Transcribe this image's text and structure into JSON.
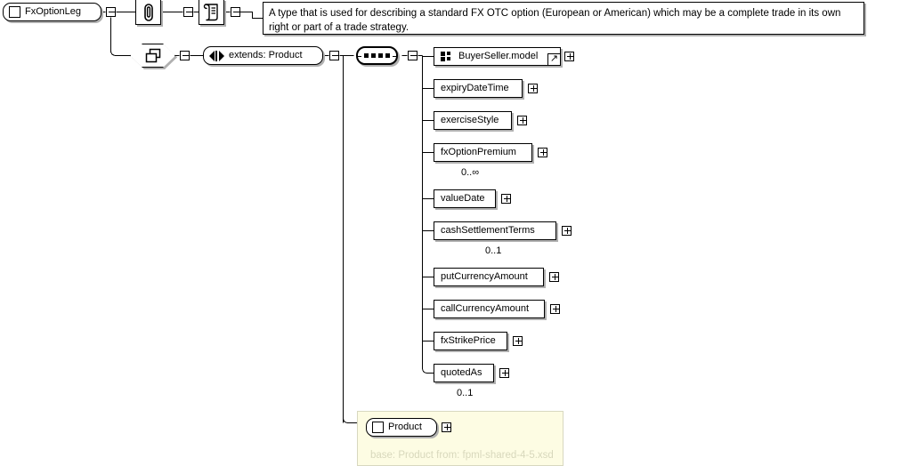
{
  "diagram": {
    "kind": "xsd-schema-diagram",
    "root": {
      "name": "FxOptionLeg",
      "icon": "element-square-icon",
      "expander": "minus"
    },
    "annotation_icons": [
      {
        "name": "annotation-paperclip-icon",
        "glyph": "paperclip"
      },
      {
        "name": "documentation-scroll-icon",
        "glyph": "scroll"
      }
    ],
    "annotation_text": "A type that is used for describing a standard FX OTC option (European or American) which may be a complete trade in its own right or part of a trade strategy.",
    "complex_content": {
      "name": "complex-content-icon",
      "expander": "minus"
    },
    "extension": {
      "label": "extends: Product",
      "icon": "extension-icon",
      "expander": "minus"
    },
    "sequence": {
      "name": "sequence-compositor",
      "expander": "minus"
    },
    "children": [
      {
        "label": "BuyerSeller.model",
        "shape": "model",
        "expander": "plus",
        "cardinality": "",
        "reference": "↗"
      },
      {
        "label": "expiryDateTime",
        "shape": "element",
        "expander": "plus",
        "cardinality": ""
      },
      {
        "label": "exerciseStyle",
        "shape": "element",
        "expander": "plus",
        "cardinality": ""
      },
      {
        "label": "fxOptionPremium",
        "shape": "element",
        "expander": "plus",
        "cardinality": "0..∞"
      },
      {
        "label": "valueDate",
        "shape": "element",
        "expander": "plus",
        "cardinality": ""
      },
      {
        "label": "cashSettlementTerms",
        "shape": "element",
        "expander": "plus",
        "cardinality": "0..1"
      },
      {
        "label": "putCurrencyAmount",
        "shape": "element",
        "expander": "plus",
        "cardinality": ""
      },
      {
        "label": "callCurrencyAmount",
        "shape": "element",
        "expander": "plus",
        "cardinality": ""
      },
      {
        "label": "fxStrikePrice",
        "shape": "element",
        "expander": "plus",
        "cardinality": ""
      },
      {
        "label": "quotedAs",
        "shape": "element",
        "expander": "plus",
        "cardinality": "0..1"
      }
    ],
    "base_type": {
      "label": "Product",
      "icon": "element-square-icon",
      "expander": "plus",
      "note": "base: Product from: fpml-shared-4-5.xsd"
    },
    "colors": {
      "line": "#000000",
      "shadow": "#b0b0b0",
      "base_bg": "#fdfce3",
      "base_border": "#d8d8c0",
      "base_note_text": "#d8d8bc",
      "page_bg": "#ffffff"
    }
  }
}
